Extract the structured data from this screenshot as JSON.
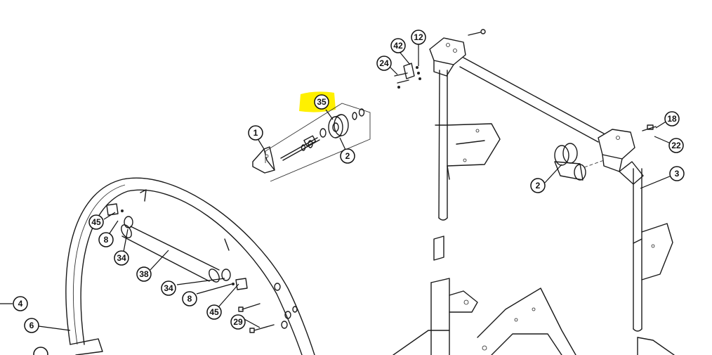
{
  "highlight_color": "#FFF000",
  "callouts": [
    {
      "id": "c-35",
      "label": "35"
    },
    {
      "id": "c-1",
      "label": "1"
    },
    {
      "id": "c-2a",
      "label": "2"
    },
    {
      "id": "c-42",
      "label": "42"
    },
    {
      "id": "c-12",
      "label": "12"
    },
    {
      "id": "c-24",
      "label": "24"
    },
    {
      "id": "c-18",
      "label": "18"
    },
    {
      "id": "c-22",
      "label": "22"
    },
    {
      "id": "c-3",
      "label": "3"
    },
    {
      "id": "c-2b",
      "label": "2"
    },
    {
      "id": "c-45a",
      "label": "45"
    },
    {
      "id": "c-8a",
      "label": "8"
    },
    {
      "id": "c-34a",
      "label": "34"
    },
    {
      "id": "c-38",
      "label": "38"
    },
    {
      "id": "c-34b",
      "label": "34"
    },
    {
      "id": "c-8b",
      "label": "8"
    },
    {
      "id": "c-45b",
      "label": "45"
    },
    {
      "id": "c-29",
      "label": "29"
    },
    {
      "id": "c-4",
      "label": "4"
    },
    {
      "id": "c-6",
      "label": "6"
    }
  ]
}
